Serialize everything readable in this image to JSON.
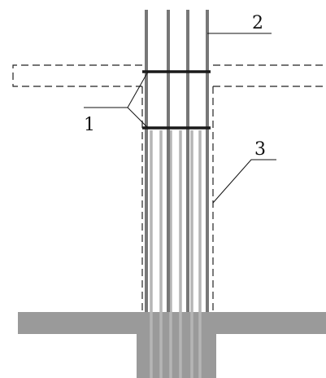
{
  "diagram": {
    "labels": {
      "one": "1",
      "two": "2",
      "three": "3"
    },
    "colors": {
      "background": "#ffffff",
      "outline": "#222222",
      "upper_bar": "#777777",
      "lower_bar": "#b5b5b5",
      "foundation": "#9a9a9a",
      "hoop": "#1a1a1a"
    }
  }
}
